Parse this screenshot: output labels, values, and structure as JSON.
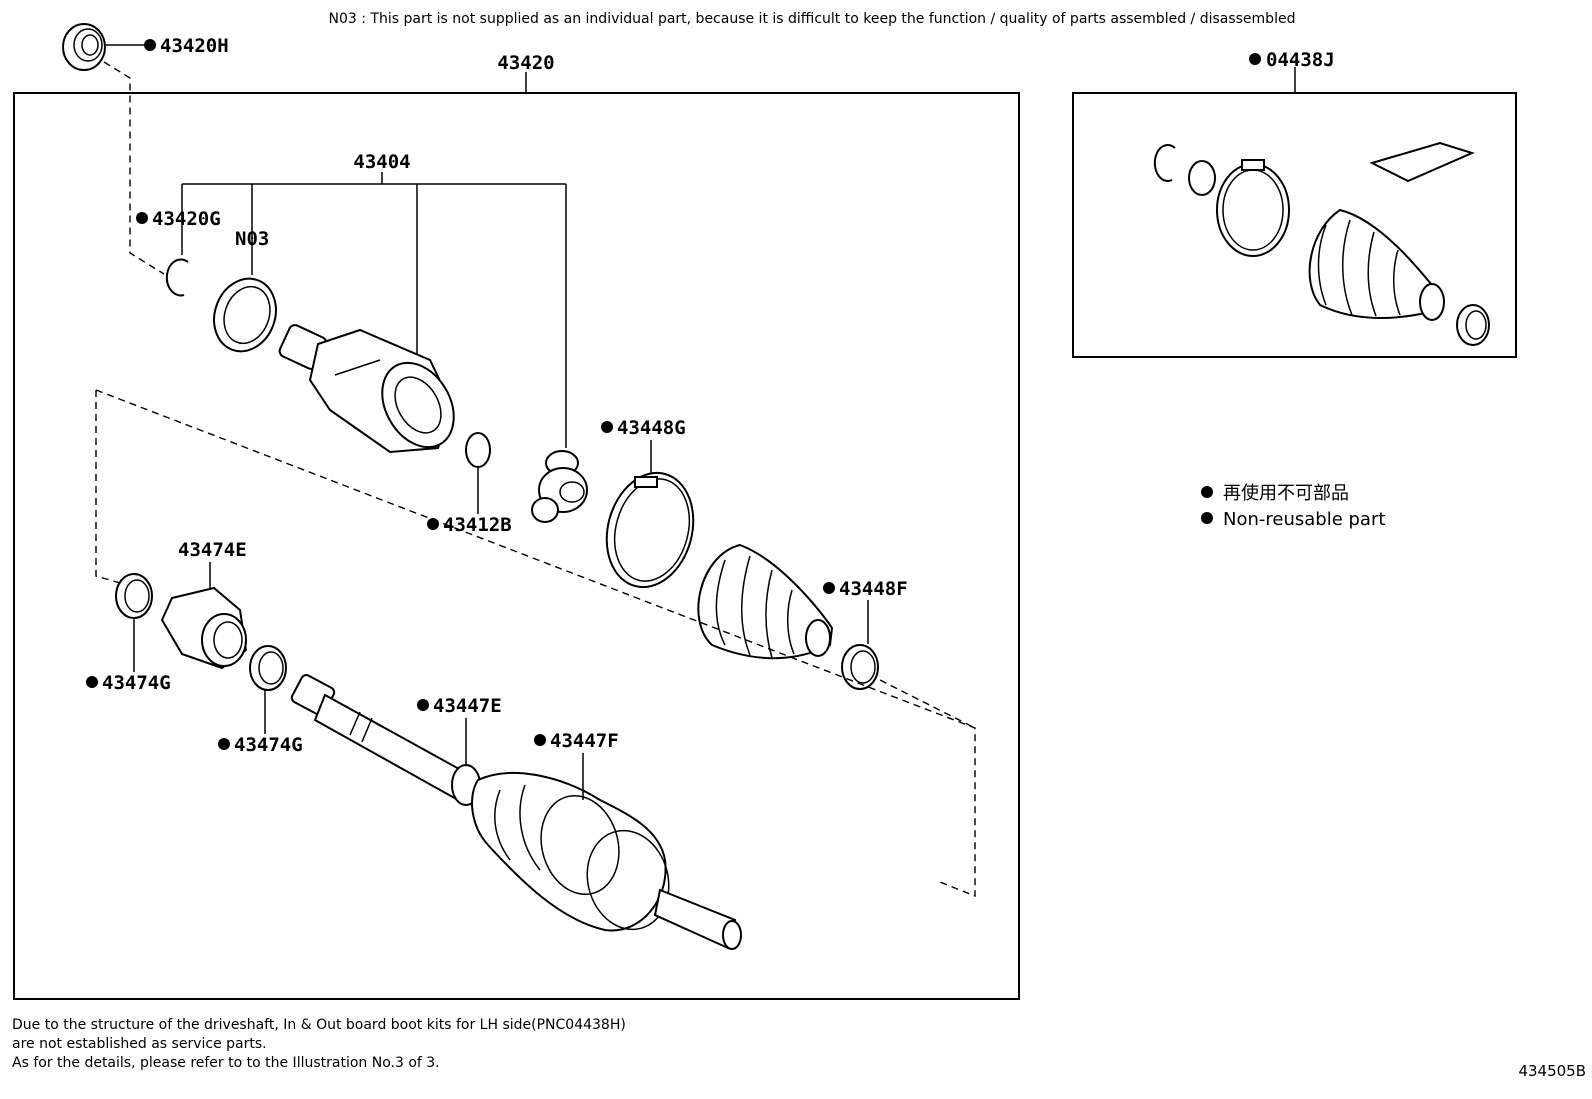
{
  "header_note": "N03 : This part is not supplied as an individual part, because it is difficult to keep the function / quality of parts  assembled / disassembled",
  "labels": {
    "p43420H": "43420H",
    "p43420": "43420",
    "p04438J": "04438J",
    "p43404": "43404",
    "p43420G": "43420G",
    "pN03": "N03",
    "p43448G": "43448G",
    "p43412B": "43412B",
    "p43474E": "43474E",
    "p43448F": "43448F",
    "p43474G_a": "43474G",
    "p43474G_b": "43474G",
    "p43447E": "43447E",
    "p43447F": "43447F"
  },
  "legend": {
    "line1": "再使用不可部品",
    "line2": "Non-reusable part"
  },
  "footer": {
    "line1": "Due to the structure of the driveshaft, In & Out board  boot kits for LH side(PNC04438H)",
    "line2": "are not established as service parts.",
    "line3": "As for the details, please refer to to the Illustration No.3 of 3."
  },
  "illustration_code": "434505B",
  "colors": {
    "line": "#000000",
    "background": "#ffffff"
  }
}
